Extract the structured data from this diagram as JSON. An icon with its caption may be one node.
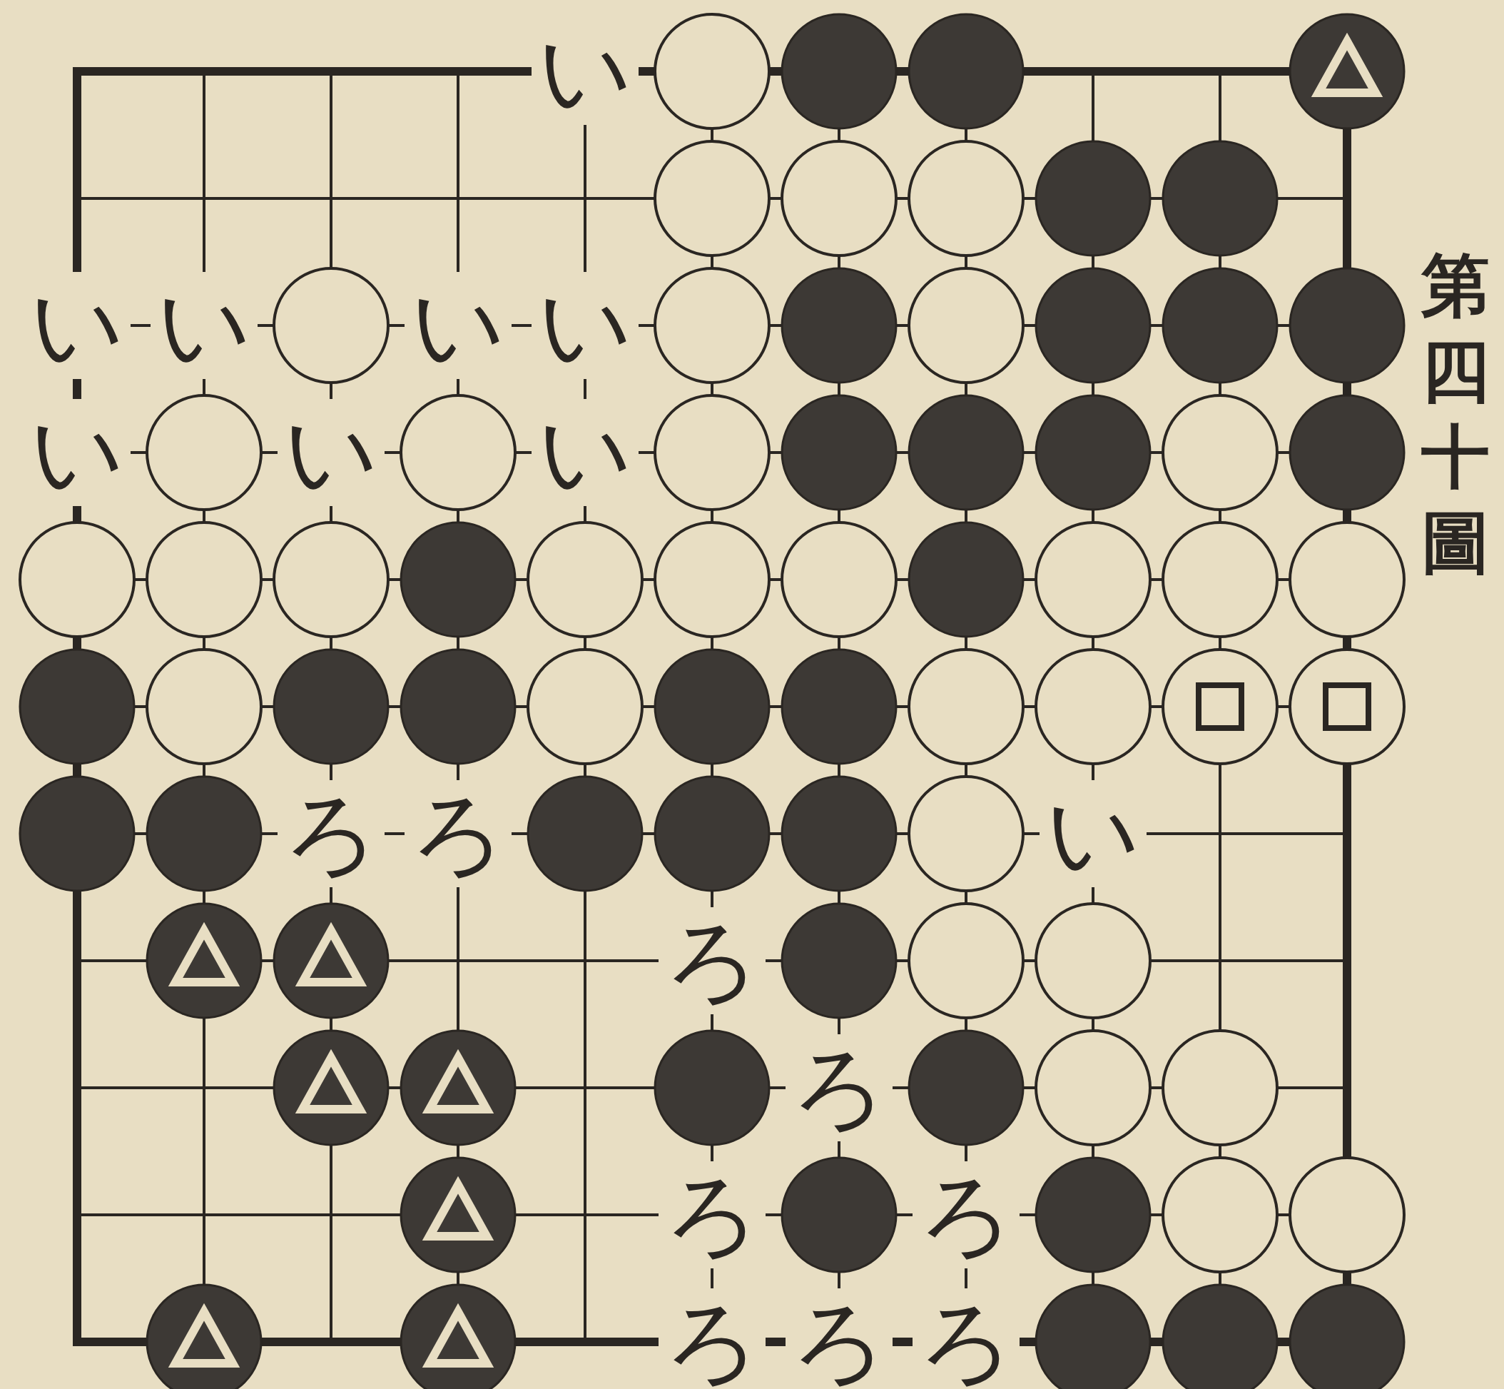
{
  "diagram": {
    "title": "第四十圖",
    "labels": [
      "い",
      "い",
      "い",
      "い",
      "い",
      "い",
      "い",
      "い",
      "ろ",
      "ろ",
      "い",
      "ろ",
      "ろ",
      "ろ",
      "ろ",
      "ろ",
      "ろ",
      "ろ"
    ]
  }
}
